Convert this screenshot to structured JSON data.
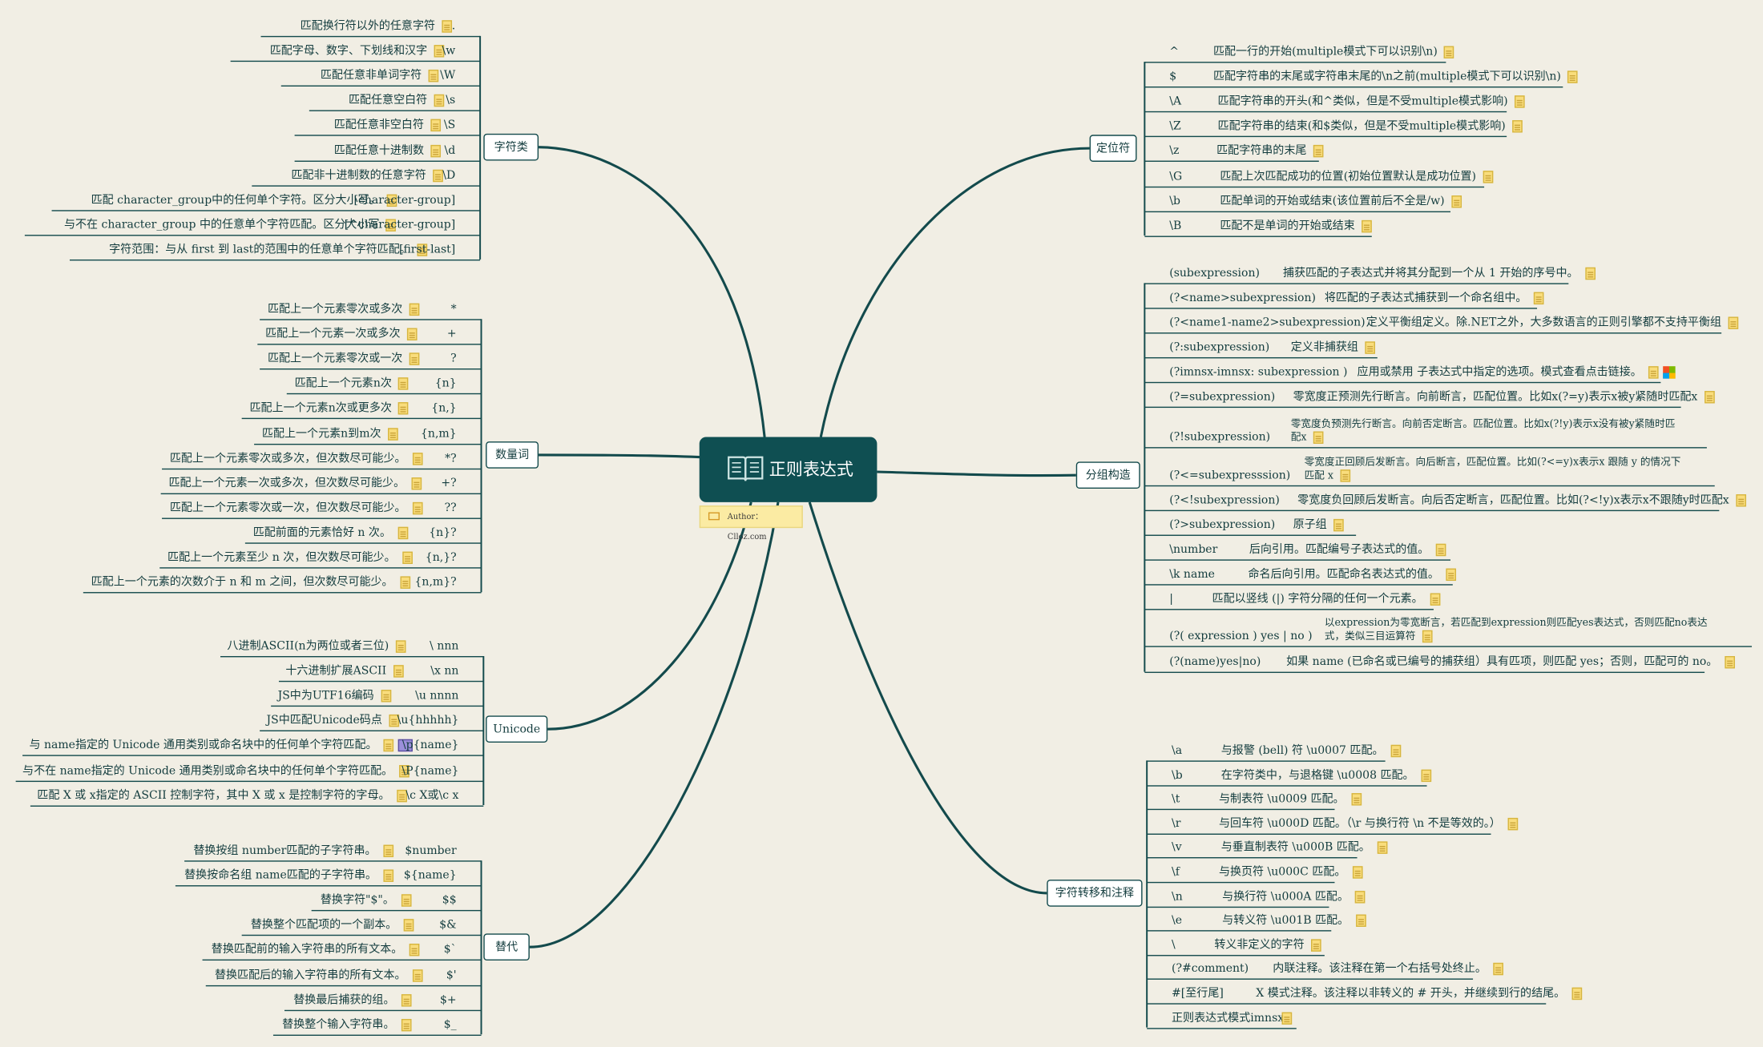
{
  "central": {
    "title": "正则表达式",
    "author": "Author：Clloz.com"
  },
  "branches": {
    "char": "字符类",
    "quant": "数量词",
    "unicode": "Unicode",
    "subst": "替代",
    "anchor": "定位符",
    "group": "分组构造",
    "escape": "字符转移和注释"
  },
  "char_items": [
    {
      "desc": "匹配换行符以外的任意字符",
      "code": "."
    },
    {
      "desc": "匹配字母、数字、下划线和汉字",
      "code": "\\w"
    },
    {
      "desc": "匹配任意非单词字符",
      "code": "\\W"
    },
    {
      "desc": "匹配任意空白符",
      "code": "\\s"
    },
    {
      "desc": "匹配任意非空白符",
      "code": "\\S"
    },
    {
      "desc": "匹配任意十进制数",
      "code": "\\d"
    },
    {
      "desc": "匹配非十进制数的任意字符",
      "code": "\\D"
    },
    {
      "desc": "匹配 character_group中的任何单个字符。区分大小写。",
      "code": "[character-group]"
    },
    {
      "desc": "与不在 character_group 中的任意单个字符匹配。区分大小写",
      "code": "[^character-group]"
    },
    {
      "desc": "字符范围：与从 first 到 last的范围中的任意单个字符匹配。",
      "code": "[first-last]"
    }
  ],
  "quant_items": [
    {
      "desc": "匹配上一个元素零次或多次",
      "code": "*"
    },
    {
      "desc": "匹配上一个元素一次或多次",
      "code": "+"
    },
    {
      "desc": "匹配上一个元素零次或一次",
      "code": "?"
    },
    {
      "desc": "匹配上一个元素n次",
      "code": "{n}"
    },
    {
      "desc": "匹配上一个元素n次或更多次",
      "code": "{n,}"
    },
    {
      "desc": "匹配上一个元素n到m次",
      "code": "{n,m}"
    },
    {
      "desc": "匹配上一个元素零次或多次，但次数尽可能少。",
      "code": "*?"
    },
    {
      "desc": "匹配上一个元素一次或多次，但次数尽可能少。",
      "code": "+?"
    },
    {
      "desc": "匹配上一个元素零次或一次，但次数尽可能少。",
      "code": "??"
    },
    {
      "desc": "匹配前面的元素恰好 n 次。",
      "code": "{n}?"
    },
    {
      "desc": "匹配上一个元素至少 n 次，但次数尽可能少。",
      "code": "{n,}?"
    },
    {
      "desc": "匹配上一个元素的次数介于 n 和 m 之间，但次数尽可能少。",
      "code": "{n,m}?"
    }
  ],
  "unicode_items": [
    {
      "desc": "八进制ASCII(n为两位或者三位)",
      "code": "\\ nnn"
    },
    {
      "desc": "十六进制扩展ASCII",
      "code": "\\x nn"
    },
    {
      "desc": "JS中为UTF16编码",
      "code": "\\u nnnn"
    },
    {
      "desc": "JS中匹配Unicode码点",
      "code": "\\u{hhhhh}"
    },
    {
      "desc": "与 name指定的 Unicode 通用类别或命名块中的任何单个字符匹配。",
      "code": "\\p{name}"
    },
    {
      "desc": "与不在 name指定的 Unicode 通用类别或命名块中的任何单个字符匹配。",
      "code": "\\P{name}"
    },
    {
      "desc": "匹配 X 或 x指定的 ASCII 控制字符，其中 X 或 x 是控制字符的字母。",
      "code": "\\c X或\\c x"
    }
  ],
  "subst_items": [
    {
      "desc": "替换按组 number匹配的子字符串。",
      "code": "$number"
    },
    {
      "desc": "替换按命名组 name匹配的子字符串。",
      "code": "${name}"
    },
    {
      "desc": "替换字符\"$\"。",
      "code": "$$"
    },
    {
      "desc": "替换整个匹配项的一个副本。",
      "code": "$&"
    },
    {
      "desc": "替换匹配前的输入字符串的所有文本。",
      "code": "$`"
    },
    {
      "desc": "替换匹配后的输入字符串的所有文本。",
      "code": "$'"
    },
    {
      "desc": "替换最后捕获的组。",
      "code": "$+"
    },
    {
      "desc": "替换整个输入字符串。",
      "code": "$_"
    }
  ],
  "anchor_items": [
    {
      "code": "^",
      "desc": "匹配一行的开始(multiple模式下可以识别\\n)"
    },
    {
      "code": "$",
      "desc": "匹配字符串的末尾或字符串末尾的\\n之前(multiple模式下可以识别\\n)"
    },
    {
      "code": "\\A",
      "desc": "匹配字符串的开头(和^类似，但是不受multiple模式影响)"
    },
    {
      "code": "\\Z",
      "desc": "匹配字符串的结束(和$类似，但是不受multiple模式影响)"
    },
    {
      "code": "\\z",
      "desc": "匹配字符串的末尾"
    },
    {
      "code": "\\G",
      "desc": "匹配上次匹配成功的位置(初始位置默认是成功位置)"
    },
    {
      "code": "\\b",
      "desc": "匹配单词的开始或结束(该位置前后不全是/w)"
    },
    {
      "code": "\\B",
      "desc": "匹配不是单词的开始或结束"
    }
  ],
  "group_items": [
    {
      "code": "(subexpression)",
      "desc": "捕获匹配的子表达式并将其分配到一个从 1 开始的序号中。"
    },
    {
      "code": "(?<name>subexpression)",
      "desc": "将匹配的子表达式捕获到一个命名组中。"
    },
    {
      "code": "(?<name1-name2>subexpression)",
      "desc": "定义平衡组定义。除.NET之外，大多数语言的正则引擎都不支持平衡组"
    },
    {
      "code": "(?:subexpression)",
      "desc": "定义非捕获组"
    },
    {
      "code": "(?imnsx-imnsx: subexpression )",
      "desc": "应用或禁用 子表达式中指定的选项。模式查看点击链接。"
    },
    {
      "code": "(?=subexpression)",
      "desc": "零宽度正预测先行断言。向前断言，匹配位置。比如x(?=y)表示x被y紧随时匹配x"
    },
    {
      "code": "(?!subexpression)",
      "desc": "零宽度负预测先行断言。向前否定断言。匹配位置。比如x(?!y)表示x没有被y紧随时匹配x"
    },
    {
      "code": "(?<=subexpresssion)",
      "desc": "零宽度正回顾后发断言。向后断言，匹配位置。比如(?<=y)x表示x 跟随 y 的情况下匹配 x"
    },
    {
      "code": "(?<!subexpression)",
      "desc": "零宽度负回顾后发断言。向后否定断言，匹配位置。比如(?<!y)x表示x不跟随y时匹配x"
    },
    {
      "code": "(?>subexpression)",
      "desc": "原子组"
    },
    {
      "code": "\\number",
      "desc": "后向引用。匹配编号子表达式的值。"
    },
    {
      "code": "\\k name",
      "desc": "命名后向引用。匹配命名表达式的值。"
    },
    {
      "code": "|",
      "desc": "匹配以竖线 (|) 字符分隔的任何一个元素。"
    },
    {
      "code": "(?( expression ) yes | no )",
      "desc": "以expression为零宽断言，若匹配到expression则匹配yes表达式，否则匹配no表达式，类似三目运算符"
    },
    {
      "code": "(?(name)yes|no)",
      "desc": "如果 name (已命名或已编号的捕获组）具有匹项，则匹配 yes；否则，匹配可的 no。"
    }
  ],
  "escape_items": [
    {
      "code": "\\a",
      "desc": "与报警 (bell) 符 \\u0007 匹配。"
    },
    {
      "code": "\\b",
      "desc": "在字符类中，与退格键 \\u0008 匹配。"
    },
    {
      "code": "\\t",
      "desc": "与制表符 \\u0009 匹配。"
    },
    {
      "code": "\\r",
      "desc": "与回车符 \\u000D 匹配。（\\r 与换行符 \\n 不是等效的。）"
    },
    {
      "code": "\\v",
      "desc": "与垂直制表符 \\u000B 匹配。"
    },
    {
      "code": "\\f",
      "desc": "与换页符 \\u000C 匹配。"
    },
    {
      "code": "\\n",
      "desc": "与换行符 \\u000A 匹配。"
    },
    {
      "code": "\\e",
      "desc": "与转义符 \\u001B 匹配。"
    },
    {
      "code": "\\",
      "desc": "转义非定义的字符"
    },
    {
      "code": "(?#comment)",
      "desc": "内联注释。该注释在第一个右括号处终止。"
    },
    {
      "code": "#[至行尾]",
      "desc": "X 模式注释。该注释以非转义的 # 开头，并继续到行的结尾。"
    },
    {
      "code": "正则表达式模式imnsx",
      "desc": ""
    }
  ],
  "icons": {
    "note": "note-icon",
    "book": "book-icon",
    "windows": "windows-logo-icon",
    "chip": "chip-icon"
  },
  "colors": {
    "background": "#f1eee4",
    "central": "#0f4f52",
    "line": "#134a4c",
    "author": "#fbeba3"
  }
}
